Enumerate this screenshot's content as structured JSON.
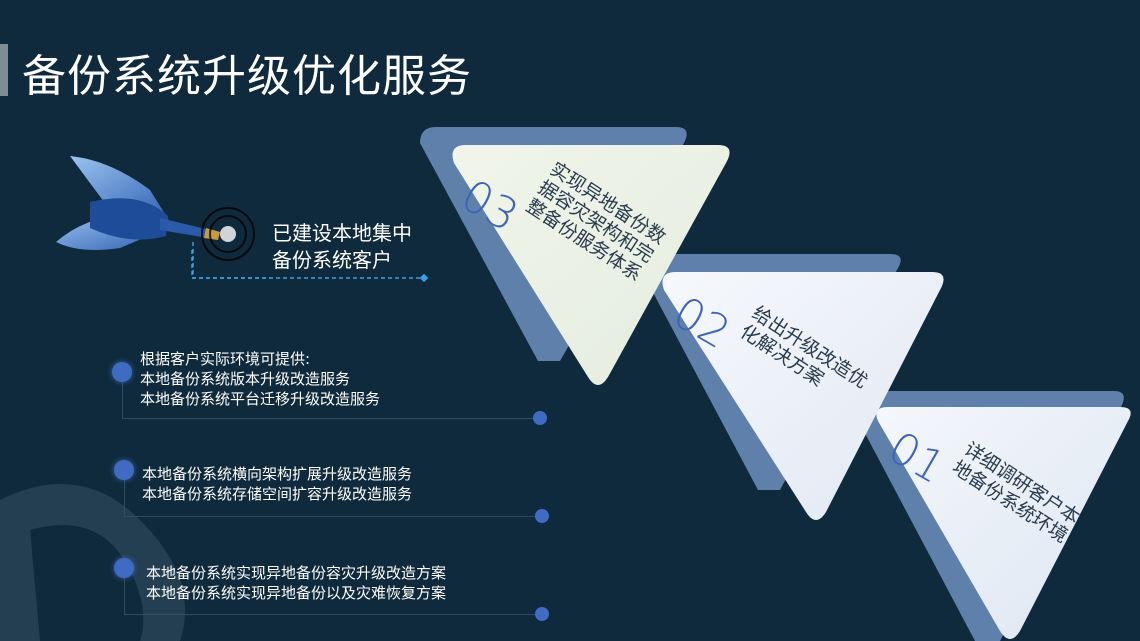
{
  "title": "备份系统升级优化服务",
  "built_label": [
    "已建设本地集中",
    "备份系统客户"
  ],
  "list_items": [
    {
      "lines": [
        "根据客户实际环境可提供:",
        "本地备份系统版本升级改造服务",
        "本地备份系统平台迁移升级改造服务"
      ]
    },
    {
      "lines": [
        "本地备份系统横向架构扩展升级改造服务",
        "本地备份系统存储空间扩容升级改造服务"
      ]
    },
    {
      "lines": [
        "本地备份系统实现异地备份容灾升级改造方案",
        "本地备份系统实现异地备份以及灾难恢复方案"
      ]
    }
  ],
  "steps": [
    {
      "num": "03",
      "lines": [
        "实现异地备份数",
        "据容灾架构和完",
        "整备份服务体系"
      ]
    },
    {
      "num": "02",
      "lines": [
        "给出升级改造优",
        "化解决方案"
      ]
    },
    {
      "num": "01",
      "lines": [
        "详细调研客户本",
        "地备份系统环境"
      ]
    }
  ],
  "colors": {
    "background": "#0f2a3d",
    "accent": "#3f6bc4",
    "triangle": "#eef2f7",
    "triangle_shadow": "#6f8fc0"
  }
}
